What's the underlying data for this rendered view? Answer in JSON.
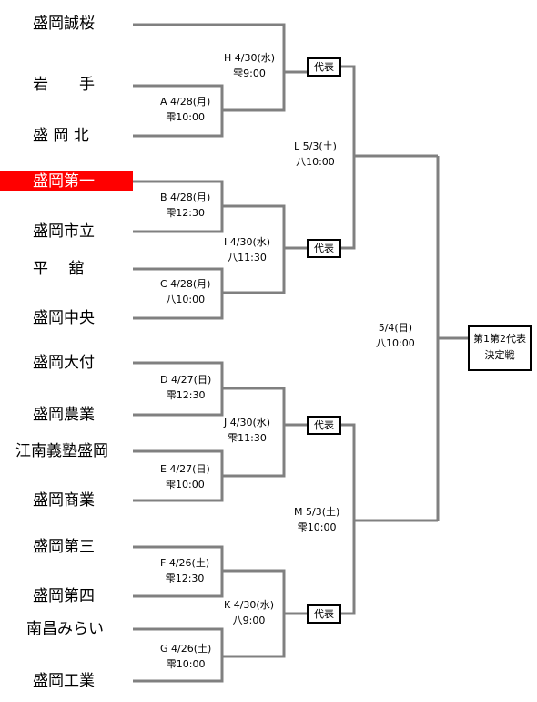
{
  "teams": [
    {
      "name": "盛岡誠桜",
      "winner": false
    },
    {
      "name": "岩　　手",
      "winner": false
    },
    {
      "name": "盛 岡 北",
      "winner": false
    },
    {
      "name": "盛岡第一",
      "winner": true
    },
    {
      "name": "盛岡市立",
      "winner": false
    },
    {
      "name": "平　 舘",
      "winner": false
    },
    {
      "name": "盛岡中央",
      "winner": false
    },
    {
      "name": "盛岡大付",
      "winner": false
    },
    {
      "name": "盛岡農業",
      "winner": false
    },
    {
      "name": "江南義塾盛岡",
      "winner": false
    },
    {
      "name": "盛岡商業",
      "winner": false
    },
    {
      "name": "盛岡第三",
      "winner": false
    },
    {
      "name": "盛岡第四",
      "winner": false
    },
    {
      "name": "南昌みらい",
      "winner": false
    },
    {
      "name": "盛岡工業",
      "winner": false
    }
  ],
  "matches": {
    "A": {
      "date": "A 4/28(月)",
      "venue": "雫10:00"
    },
    "B": {
      "date": "B 4/28(月)",
      "venue": "雫12:30"
    },
    "C": {
      "date": "C 4/28(月)",
      "venue": "八10:00"
    },
    "D": {
      "date": "D 4/27(日)",
      "venue": "雫12:30"
    },
    "E": {
      "date": "E 4/27(日)",
      "venue": "雫10:00"
    },
    "F": {
      "date": "F 4/26(土)",
      "venue": "雫12:30"
    },
    "G": {
      "date": "G 4/26(土)",
      "venue": "雫10:00"
    },
    "H": {
      "date": "H 4/30(水)",
      "venue": "雫9:00"
    },
    "I": {
      "date": "I 4/30(水)",
      "venue": "八11:30"
    },
    "J": {
      "date": "J 4/30(水)",
      "venue": "雫11:30"
    },
    "K": {
      "date": "K 4/30(水)",
      "venue": "八9:00"
    },
    "L": {
      "date": "L 5/3(土)",
      "venue": "八10:00"
    },
    "M": {
      "date": "M 5/3(土)",
      "venue": "雫10:00"
    },
    "final": {
      "date": "5/4(日)",
      "venue": "八10:00"
    }
  },
  "representative_label": "代表",
  "final_box": {
    "line1": "第1第2代表",
    "line2": "決定戦"
  },
  "colors": {
    "line": "#808080",
    "winner_bg": "#ff0000",
    "winner_text": "#ffffff"
  }
}
